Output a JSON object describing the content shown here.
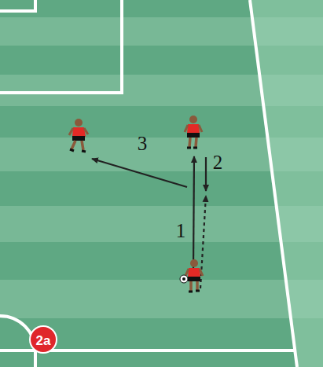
{
  "diagram": {
    "labels": [
      "3",
      "2",
      "1",
      "2a"
    ]
  }
}
